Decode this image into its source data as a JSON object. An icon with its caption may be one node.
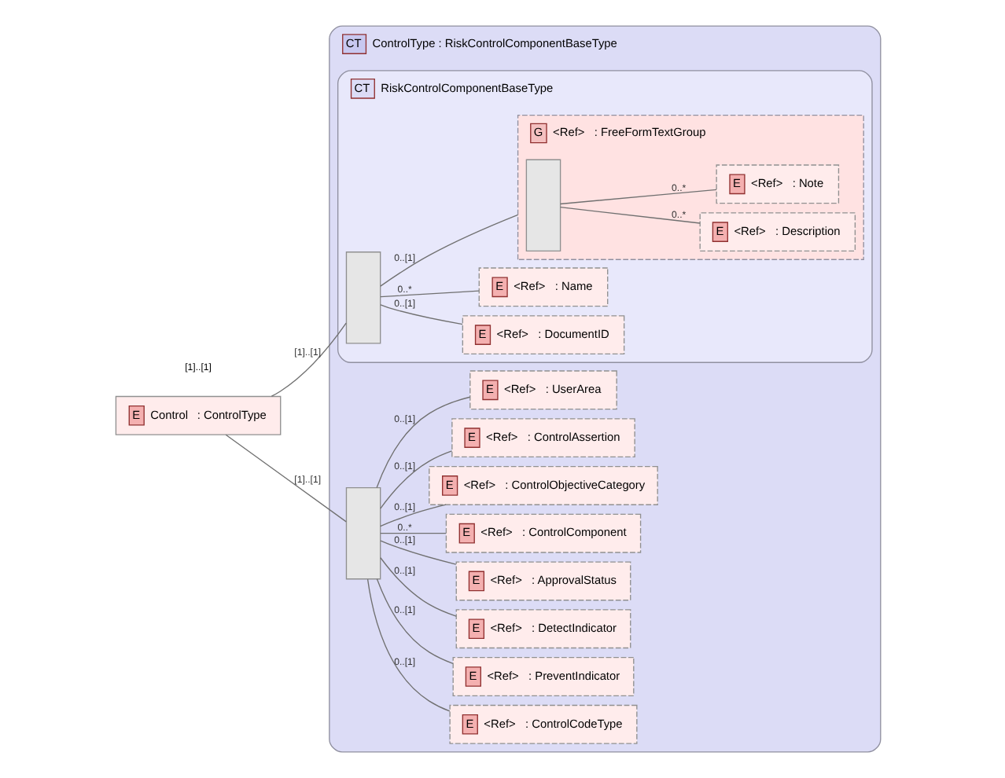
{
  "diagram": {
    "nodes": [
      {
        "text": [
          "E",
          "Control",
          ": ControlType"
        ]
      },
      {
        "text": [
          "CT",
          "ControlType : RiskControlComponentBaseType"
        ]
      },
      {
        "text": [
          "CT",
          "RiskControlComponentBaseType"
        ],
        "in": 1
      },
      {
        "text": [],
        "shape": "box",
        "in": 2
      },
      {
        "text": [
          "E",
          "<Ref>",
          ": DocumentID"
        ],
        "in": 2
      },
      {
        "text": [
          "E",
          "<Ref>",
          ": Name"
        ],
        "in": 2
      },
      {
        "text": [
          "G",
          "<Ref>",
          ": FreeFormTextGroup"
        ],
        "in": 2
      },
      {
        "text": [],
        "shape": "box",
        "in": 6
      },
      {
        "text": [
          "E",
          "<Ref>",
          ": Description"
        ],
        "in": 6
      },
      {
        "text": [
          "E",
          "<Ref>",
          ": Note"
        ],
        "in": 6
      },
      {
        "text": [],
        "shape": "box",
        "in": 1
      },
      {
        "text": [
          "E",
          "<Ref>",
          ": ControlCodeType"
        ],
        "in": 1
      },
      {
        "text": [
          "E",
          "<Ref>",
          ": PreventIndicator"
        ],
        "in": 1
      },
      {
        "text": [
          "E",
          "<Ref>",
          ": DetectIndicator"
        ],
        "in": 1
      },
      {
        "text": [
          "E",
          "<Ref>",
          ": ApprovalStatus"
        ],
        "in": 1
      },
      {
        "text": [
          "E",
          "<Ref>",
          ": ControlComponent"
        ],
        "in": 1
      },
      {
        "text": [
          "E",
          "<Ref>",
          ": ControlObjectiveCategory"
        ],
        "in": 1
      },
      {
        "text": [
          "E",
          "<Ref>",
          ": ControlAssertion"
        ],
        "in": 1
      },
      {
        "text": [
          "E",
          "<Ref>",
          ": UserArea"
        ],
        "in": 1
      }
    ],
    "edges": [
      {
        "from": 0,
        "to": 3,
        "arrow": "none",
        "label": "[1]..[1]"
      },
      {
        "from": 0,
        "to": 10,
        "arrow": "none",
        "label": "[1]..[1]"
      },
      {
        "from": 3,
        "to": 4,
        "arrow": "none",
        "label": "0..[1]"
      },
      {
        "from": 3,
        "to": 5,
        "arrow": "none",
        "label": "0..*"
      },
      {
        "from": 3,
        "to": 6,
        "arrow": "none",
        "label": "0..[1]"
      },
      {
        "from": 7,
        "to": 8,
        "arrow": "none",
        "label": "0..*"
      },
      {
        "from": 7,
        "to": 9,
        "arrow": "none",
        "label": "0..*"
      },
      {
        "from": 10,
        "to": 11,
        "arrow": "none",
        "label": "0..[1]"
      },
      {
        "from": 10,
        "to": 12,
        "arrow": "none",
        "label": "0..[1]"
      },
      {
        "from": 10,
        "to": 13,
        "arrow": "none",
        "label": "0..[1]"
      },
      {
        "from": 10,
        "to": 14,
        "arrow": "none",
        "label": "0..[1]"
      },
      {
        "from": 10,
        "to": 15,
        "arrow": "none",
        "label": "0..*"
      },
      {
        "from": 10,
        "to": 16,
        "arrow": "none",
        "label": "0..[1]"
      },
      {
        "from": 10,
        "to": 17,
        "arrow": "none",
        "label": "0..[1]"
      },
      {
        "from": 10,
        "to": 18,
        "arrow": "none",
        "label": "0..[1]"
      }
    ],
    "labels": [
      "[1]..[1]"
    ]
  }
}
